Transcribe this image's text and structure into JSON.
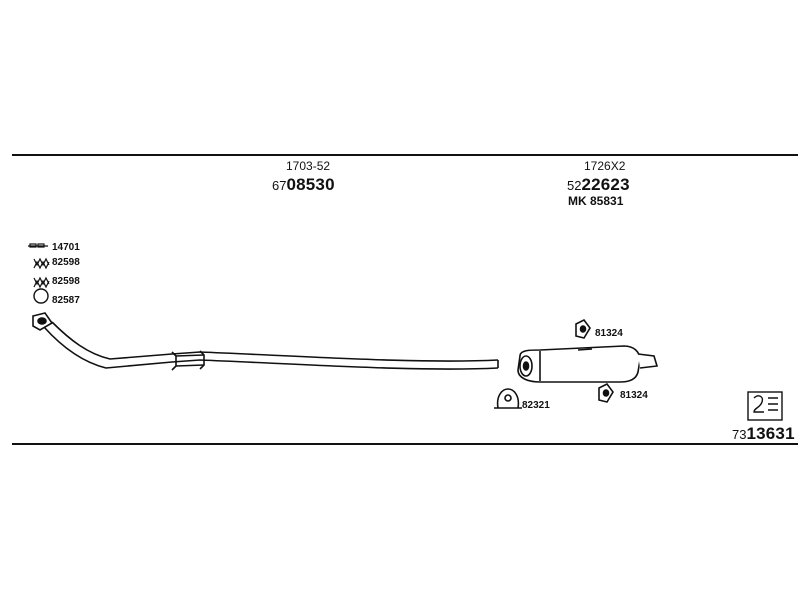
{
  "parts": {
    "front_pipe": {
      "code": "1703-52",
      "number_prefix": "67",
      "number_main": "08530"
    },
    "rear_muffler": {
      "code": "1726X2",
      "number_prefix": "52",
      "number_main": "22623",
      "mk": "MK  85831"
    },
    "kit": {
      "number_prefix": "73",
      "number_main": "13631"
    }
  },
  "fittings": [
    {
      "number": "14701",
      "icon": "gasket-icon"
    },
    {
      "number": "82598",
      "icon": "spring-icon"
    },
    {
      "number": "82598",
      "icon": "spring-icon"
    },
    {
      "number": "82587",
      "icon": "ring-icon"
    }
  ],
  "hangers": {
    "clamp": "82321",
    "rubber_top": "81324",
    "rubber_bottom": "81324"
  }
}
